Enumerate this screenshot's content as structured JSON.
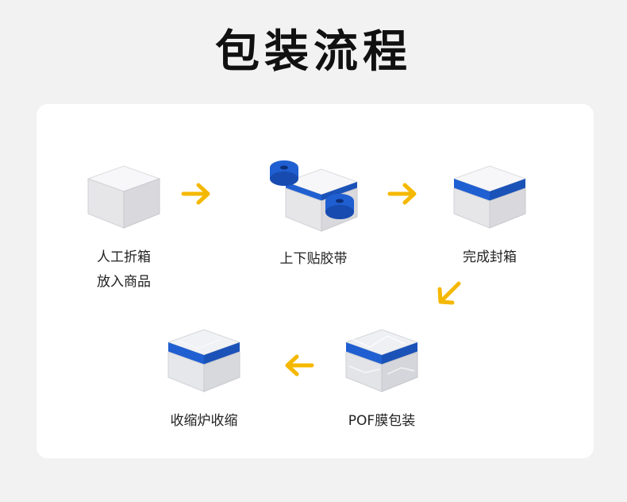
{
  "title": "包装流程",
  "steps": [
    {
      "label_lines": [
        "人工折箱",
        "放入商品"
      ]
    },
    {
      "label_lines": [
        "上下贴胶带"
      ]
    },
    {
      "label_lines": [
        "完成封箱"
      ]
    },
    {
      "label_lines": [
        "POF膜包装"
      ]
    },
    {
      "label_lines": [
        "收缩炉收缩"
      ]
    }
  ],
  "colors": {
    "accent_arrow": "#f5b800",
    "tape_blue": "#1f5fd1",
    "box_white": "#f3f3f5"
  }
}
